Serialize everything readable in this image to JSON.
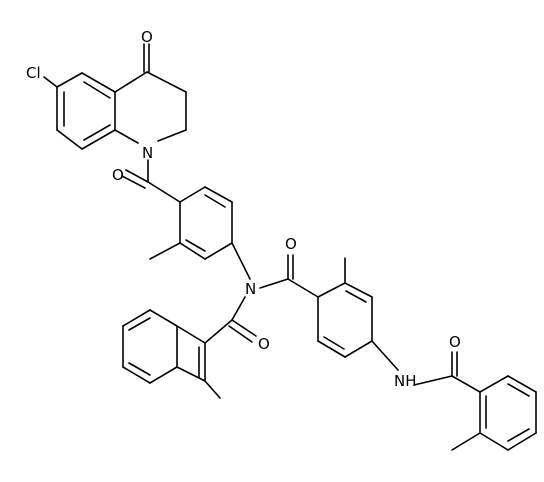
{
  "molecule": {
    "atoms": [
      {
        "id": "O_ketone",
        "text": "O"
      },
      {
        "id": "Cl",
        "text": "Cl"
      },
      {
        "id": "N_ring",
        "text": "N"
      },
      {
        "id": "O_amide1",
        "text": "O"
      },
      {
        "id": "N_imide",
        "text": "N"
      },
      {
        "id": "O_amide2",
        "text": "O"
      },
      {
        "id": "O_amide3",
        "text": "O"
      },
      {
        "id": "NH",
        "text": "NH"
      },
      {
        "id": "O_amide4",
        "text": "O"
      }
    ]
  },
  "colors": {
    "bond": "#000000",
    "label": "#000000",
    "background": "#ffffff"
  }
}
